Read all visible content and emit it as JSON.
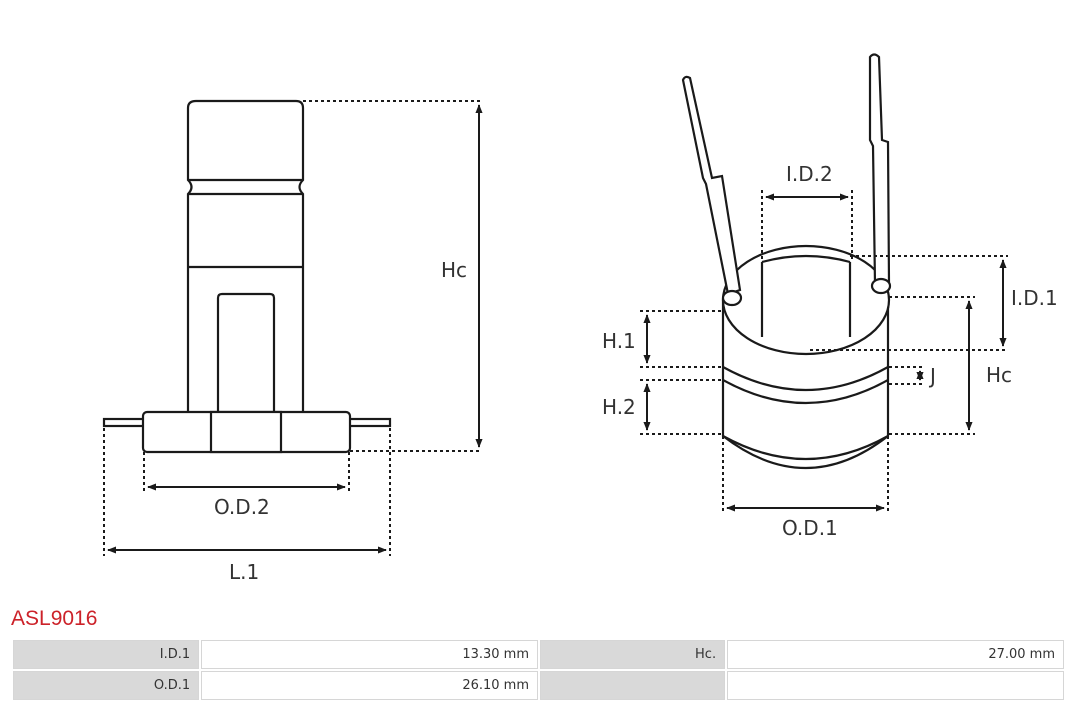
{
  "diagram": {
    "labels": {
      "left_hc": "Hc",
      "left_od2": "O.D.2",
      "left_l1": "L.1",
      "right_id2": "I.D.2",
      "right_id1": "I.D.1",
      "right_h1": "H.1",
      "right_j": "J",
      "right_hc": "Hc",
      "right_h2": "H.2",
      "right_od1": "O.D.1"
    }
  },
  "product": {
    "code": "ASL9016"
  },
  "specs": {
    "rows": [
      {
        "k1": "I.D.1",
        "v1": "13.30 mm",
        "k2": "Hc.",
        "v2": "27.00 mm"
      },
      {
        "k1": "O.D.1",
        "v1": "26.10 mm",
        "k2": "",
        "v2": ""
      }
    ]
  },
  "colors": {
    "product_code": "#cc2229",
    "key_cell": "#d9d9d9",
    "line": "#1a1a1a"
  }
}
